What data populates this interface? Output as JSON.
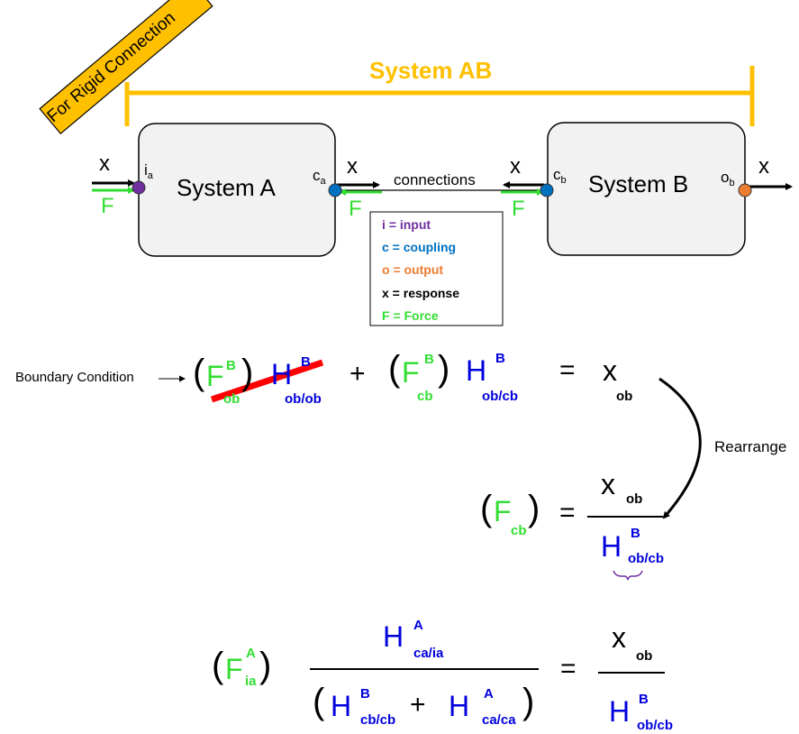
{
  "banner": {
    "label": "For Rigid Connection"
  },
  "system_ab": {
    "label": "System AB"
  },
  "system_a": {
    "label": "System A",
    "input_node": "i",
    "input_sub": "a",
    "coupling_node": "c",
    "coupling_sub": "a"
  },
  "system_b": {
    "label": "System B",
    "coupling_node": "c",
    "coupling_sub": "b",
    "output_node": "o",
    "output_sub": "b"
  },
  "connections_label": "connections",
  "response_symbol": "x",
  "force_symbol": "F",
  "legend": {
    "items": [
      {
        "text": "i = input",
        "color": "#7030a0"
      },
      {
        "text": "c = coupling",
        "color": "#0070c0"
      },
      {
        "text": "o = output",
        "color": "#ed7d31"
      },
      {
        "text": "x = response",
        "color": "#000000"
      },
      {
        "text": "F = Force",
        "color": "#33dd33"
      }
    ]
  },
  "colors": {
    "input_node": "#7030a0",
    "coupling_node": "#0070c0",
    "output_node": "#ed7d31",
    "force": "#33dd33",
    "transfer": "#0000dd",
    "system_ab": "#ffc000",
    "banner": "#ffc000",
    "strike": "#ff0000",
    "brace": "#7030a0"
  },
  "equation1": {
    "boundary_label": "Boundary Condition",
    "term1_force": "F",
    "term1_force_sup": "B",
    "term1_force_sub": "ob",
    "term1_h": "H",
    "term1_h_sup": "B",
    "term1_h_sub": "ob/ob",
    "plus": "+",
    "term2_force": "F",
    "term2_force_sup": "B",
    "term2_force_sub": "cb",
    "term2_h": "H",
    "term2_h_sup": "B",
    "term2_h_sub": "ob/cb",
    "equals": "=",
    "rhs": "x",
    "rhs_sub": "ob"
  },
  "rearrange_label": "Rearrange",
  "equation2": {
    "force": "F",
    "force_sub": "cb",
    "equals": "=",
    "num": "x",
    "num_sub": "ob",
    "den": "H",
    "den_sup": "B",
    "den_sub": "ob/cb"
  },
  "equation3": {
    "force": "F",
    "force_sup": "A",
    "force_sub": "ia",
    "num_h": "H",
    "num_sup": "A",
    "num_sub": "ca/ia",
    "den1_h": "H",
    "den1_sup": "B",
    "den1_sub": "cb/cb",
    "plus": "+",
    "den2_h": "H",
    "den2_sup": "A",
    "den2_sub": "ca/ca",
    "equals": "=",
    "rhs_num": "x",
    "rhs_num_sub": "ob",
    "rhs_den": "H",
    "rhs_den_sup": "B",
    "rhs_den_sub": "ob/cb"
  }
}
